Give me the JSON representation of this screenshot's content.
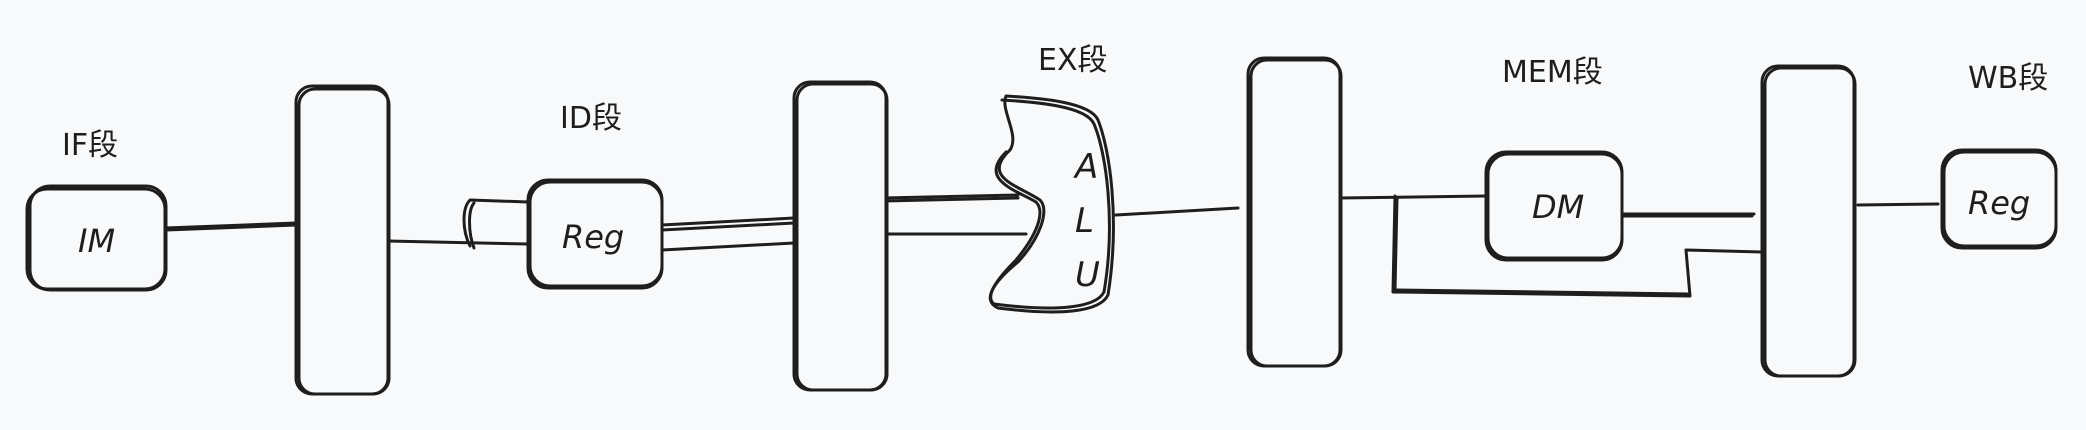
{
  "stages": {
    "if_label": "IF段",
    "id_label": "ID段",
    "ex_label": "EX段",
    "mem_label": "MEM段",
    "wb_label": "WB段"
  },
  "units": {
    "im_label": "IM",
    "id_reg_label": "Reg",
    "alu_letters": [
      "A",
      "L",
      "U"
    ],
    "dm_label": "DM",
    "wb_reg_label": "Reg"
  },
  "colors": {
    "stroke": "#1e1e1e",
    "background": "#f8f9fa"
  }
}
